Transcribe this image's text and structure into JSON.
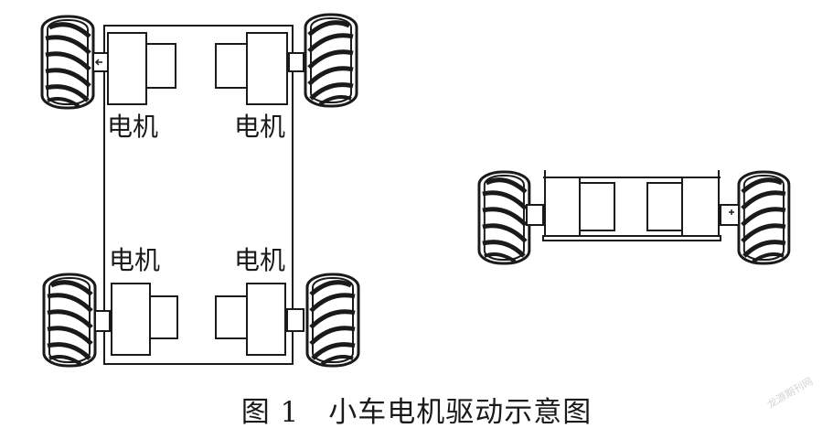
{
  "figure": {
    "caption": "图 1　小车电机驱动示意图",
    "motor_label": "电机",
    "watermark": "龙源期刊网"
  },
  "top_view": {
    "motor_labels": [
      "电机",
      "电机",
      "电机",
      "电机"
    ]
  },
  "colors": {
    "line": "#1a1a1a",
    "background": "#ffffff",
    "watermark": "#d4d4d4"
  }
}
